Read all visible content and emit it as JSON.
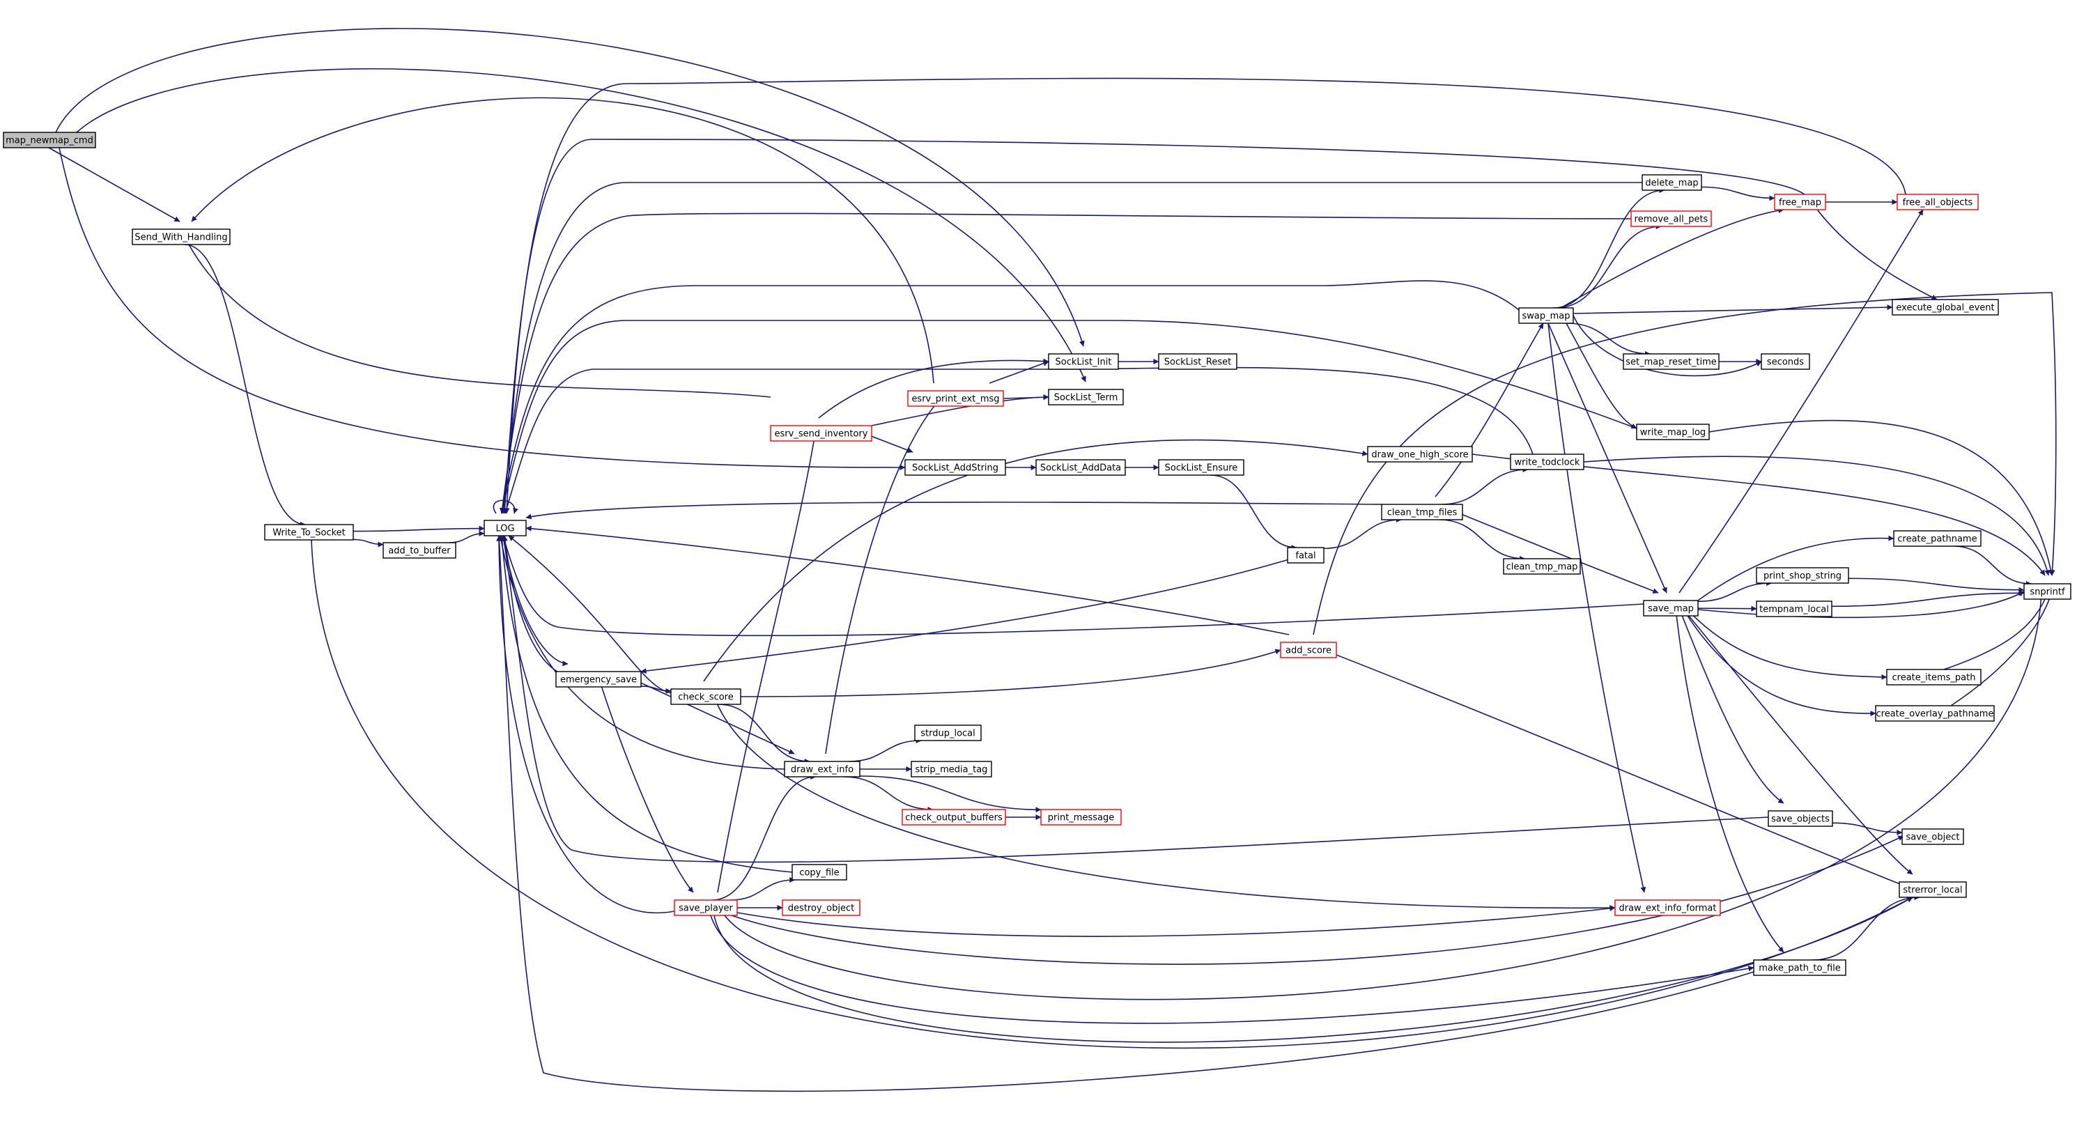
{
  "graph": {
    "title": "map_newmap_cmd call graph",
    "colors": {
      "edge": "#191970",
      "box": "#000000",
      "incomplete_box": "#ff0000",
      "root_fill": "#bfbfbf",
      "background": "#ffffff"
    },
    "nodes": [
      {
        "id": "map_newmap_cmd",
        "label": "map_newmap_cmd",
        "style": "root"
      },
      {
        "id": "Send_With_Handling",
        "label": "Send_With_Handling",
        "style": "normal"
      },
      {
        "id": "Write_To_Socket",
        "label": "Write_To_Socket",
        "style": "normal"
      },
      {
        "id": "add_to_buffer",
        "label": "add_to_buffer",
        "style": "normal"
      },
      {
        "id": "LOG",
        "label": "LOG",
        "style": "normal"
      },
      {
        "id": "emergency_save",
        "label": "emergency_save",
        "style": "normal"
      },
      {
        "id": "check_score",
        "label": "check_score",
        "style": "normal"
      },
      {
        "id": "save_player",
        "label": "save_player",
        "style": "red"
      },
      {
        "id": "esrv_send_inventory",
        "label": "esrv_send_inventory",
        "style": "red"
      },
      {
        "id": "esrv_print_ext_msg",
        "label": "esrv_print_ext_msg",
        "style": "red"
      },
      {
        "id": "draw_ext_info",
        "label": "draw_ext_info",
        "style": "normal"
      },
      {
        "id": "copy_file",
        "label": "copy_file",
        "style": "normal"
      },
      {
        "id": "destroy_object",
        "label": "destroy_object",
        "style": "red"
      },
      {
        "id": "strdup_local",
        "label": "strdup_local",
        "style": "normal"
      },
      {
        "id": "strip_media_tag",
        "label": "strip_media_tag",
        "style": "normal"
      },
      {
        "id": "check_output_buffers",
        "label": "check_output_buffers",
        "style": "red"
      },
      {
        "id": "print_message",
        "label": "print_message",
        "style": "red"
      },
      {
        "id": "SockList_Init",
        "label": "SockList_Init",
        "style": "normal"
      },
      {
        "id": "SockList_Reset",
        "label": "SockList_Reset",
        "style": "normal"
      },
      {
        "id": "SockList_Term",
        "label": "SockList_Term",
        "style": "normal"
      },
      {
        "id": "SockList_AddString",
        "label": "SockList_AddString",
        "style": "normal"
      },
      {
        "id": "SockList_AddData",
        "label": "SockList_AddData",
        "style": "normal"
      },
      {
        "id": "SockList_Ensure",
        "label": "SockList_Ensure",
        "style": "normal"
      },
      {
        "id": "fatal",
        "label": "fatal",
        "style": "normal"
      },
      {
        "id": "add_score",
        "label": "add_score",
        "style": "red"
      },
      {
        "id": "draw_one_high_score",
        "label": "draw_one_high_score",
        "style": "normal"
      },
      {
        "id": "clean_tmp_files",
        "label": "clean_tmp_files",
        "style": "normal"
      },
      {
        "id": "clean_tmp_map",
        "label": "clean_tmp_map",
        "style": "normal"
      },
      {
        "id": "write_todclock",
        "label": "write_todclock",
        "style": "normal"
      },
      {
        "id": "swap_map",
        "label": "swap_map",
        "style": "normal"
      },
      {
        "id": "delete_map",
        "label": "delete_map",
        "style": "normal"
      },
      {
        "id": "remove_all_pets",
        "label": "remove_all_pets",
        "style": "red"
      },
      {
        "id": "free_map",
        "label": "free_map",
        "style": "red"
      },
      {
        "id": "free_all_objects",
        "label": "free_all_objects",
        "style": "red"
      },
      {
        "id": "execute_global_event",
        "label": "execute_global_event",
        "style": "normal"
      },
      {
        "id": "set_map_reset_time",
        "label": "set_map_reset_time",
        "style": "normal"
      },
      {
        "id": "seconds",
        "label": "seconds",
        "style": "normal"
      },
      {
        "id": "write_map_log",
        "label": "write_map_log",
        "style": "normal"
      },
      {
        "id": "save_map",
        "label": "save_map",
        "style": "normal"
      },
      {
        "id": "create_pathname",
        "label": "create_pathname",
        "style": "normal"
      },
      {
        "id": "print_shop_string",
        "label": "print_shop_string",
        "style": "normal"
      },
      {
        "id": "tempnam_local",
        "label": "tempnam_local",
        "style": "normal"
      },
      {
        "id": "create_items_path",
        "label": "create_items_path",
        "style": "normal"
      },
      {
        "id": "create_overlay_pathname",
        "label": "create_overlay_pathname",
        "style": "normal"
      },
      {
        "id": "save_objects",
        "label": "save_objects",
        "style": "normal"
      },
      {
        "id": "save_object",
        "label": "save_object",
        "style": "normal"
      },
      {
        "id": "strerror_local",
        "label": "strerror_local",
        "style": "normal"
      },
      {
        "id": "draw_ext_info_format",
        "label": "draw_ext_info_format",
        "style": "red"
      },
      {
        "id": "make_path_to_file",
        "label": "make_path_to_file",
        "style": "normal"
      },
      {
        "id": "snprintf",
        "label": "snprintf",
        "style": "normal"
      }
    ],
    "edges": [
      [
        "map_newmap_cmd",
        "Send_With_Handling"
      ],
      [
        "map_newmap_cmd",
        "SockList_Init"
      ],
      [
        "map_newmap_cmd",
        "SockList_Term"
      ],
      [
        "map_newmap_cmd",
        "SockList_AddString"
      ],
      [
        "Send_With_Handling",
        "Write_To_Socket"
      ],
      [
        "Write_To_Socket",
        "LOG"
      ],
      [
        "Write_To_Socket",
        "add_to_buffer"
      ],
      [
        "Write_To_Socket",
        "strerror_local"
      ],
      [
        "add_to_buffer",
        "LOG"
      ],
      [
        "LOG",
        "LOG"
      ],
      [
        "LOG",
        "emergency_save"
      ],
      [
        "emergency_save",
        "LOG"
      ],
      [
        "emergency_save",
        "check_score"
      ],
      [
        "emergency_save",
        "draw_ext_info"
      ],
      [
        "emergency_save",
        "save_player"
      ],
      [
        "check_score",
        "LOG"
      ],
      [
        "check_score",
        "add_score"
      ],
      [
        "check_score",
        "draw_ext_info"
      ],
      [
        "check_score",
        "draw_one_high_score"
      ],
      [
        "check_score",
        "draw_ext_info_format"
      ],
      [
        "save_player",
        "LOG"
      ],
      [
        "save_player",
        "esrv_send_inventory"
      ],
      [
        "save_player",
        "draw_ext_info"
      ],
      [
        "save_player",
        "copy_file"
      ],
      [
        "save_player",
        "destroy_object"
      ],
      [
        "save_player",
        "draw_ext_info_format"
      ],
      [
        "save_player",
        "make_path_to_file"
      ],
      [
        "save_player",
        "save_object"
      ],
      [
        "save_player",
        "strerror_local"
      ],
      [
        "save_player",
        "snprintf"
      ],
      [
        "copy_file",
        "LOG"
      ],
      [
        "draw_ext_info",
        "LOG"
      ],
      [
        "draw_ext_info",
        "esrv_print_ext_msg"
      ],
      [
        "draw_ext_info",
        "strdup_local"
      ],
      [
        "draw_ext_info",
        "strip_media_tag"
      ],
      [
        "draw_ext_info",
        "check_output_buffers"
      ],
      [
        "draw_ext_info",
        "print_message"
      ],
      [
        "check_output_buffers",
        "print_message"
      ],
      [
        "esrv_print_ext_msg",
        "Send_With_Handling"
      ],
      [
        "esrv_print_ext_msg",
        "SockList_Init"
      ],
      [
        "esrv_print_ext_msg",
        "SockList_Term"
      ],
      [
        "esrv_send_inventory",
        "Send_With_Handling"
      ],
      [
        "esrv_send_inventory",
        "SockList_Init"
      ],
      [
        "esrv_send_inventory",
        "SockList_Term"
      ],
      [
        "esrv_send_inventory",
        "SockList_AddString"
      ],
      [
        "SockList_Init",
        "SockList_Reset"
      ],
      [
        "SockList_AddString",
        "SockList_AddData"
      ],
      [
        "SockList_AddData",
        "SockList_Ensure"
      ],
      [
        "SockList_Ensure",
        "fatal"
      ],
      [
        "fatal",
        "emergency_save"
      ],
      [
        "fatal",
        "clean_tmp_files"
      ],
      [
        "add_score",
        "LOG"
      ],
      [
        "add_score",
        "strerror_local"
      ],
      [
        "add_score",
        "snprintf"
      ],
      [
        "clean_tmp_files",
        "LOG"
      ],
      [
        "clean_tmp_files",
        "swap_map"
      ],
      [
        "clean_tmp_files",
        "write_todclock"
      ],
      [
        "clean_tmp_files",
        "clean_tmp_map"
      ],
      [
        "clean_tmp_files",
        "save_map"
      ],
      [
        "write_todclock",
        "LOG"
      ],
      [
        "write_todclock",
        "snprintf"
      ],
      [
        "draw_one_high_score",
        "snprintf"
      ],
      [
        "swap_map",
        "LOG"
      ],
      [
        "swap_map",
        "delete_map"
      ],
      [
        "swap_map",
        "remove_all_pets"
      ],
      [
        "swap_map",
        "free_map"
      ],
      [
        "swap_map",
        "execute_global_event"
      ],
      [
        "swap_map",
        "set_map_reset_time"
      ],
      [
        "swap_map",
        "seconds"
      ],
      [
        "swap_map",
        "write_map_log"
      ],
      [
        "swap_map",
        "save_map"
      ],
      [
        "swap_map",
        "draw_ext_info_format"
      ],
      [
        "delete_map",
        "LOG"
      ],
      [
        "delete_map",
        "free_map"
      ],
      [
        "remove_all_pets",
        "LOG"
      ],
      [
        "free_map",
        "LOG"
      ],
      [
        "free_map",
        "free_all_objects"
      ],
      [
        "free_map",
        "execute_global_event"
      ],
      [
        "free_all_objects",
        "LOG"
      ],
      [
        "set_map_reset_time",
        "seconds"
      ],
      [
        "write_map_log",
        "LOG"
      ],
      [
        "write_map_log",
        "snprintf"
      ],
      [
        "save_map",
        "LOG"
      ],
      [
        "save_map",
        "free_all_objects"
      ],
      [
        "save_map",
        "create_pathname"
      ],
      [
        "save_map",
        "print_shop_string"
      ],
      [
        "save_map",
        "tempnam_local"
      ],
      [
        "save_map",
        "create_items_path"
      ],
      [
        "save_map",
        "create_overlay_pathname"
      ],
      [
        "save_map",
        "save_objects"
      ],
      [
        "save_map",
        "strerror_local"
      ],
      [
        "save_map",
        "make_path_to_file"
      ],
      [
        "save_map",
        "snprintf"
      ],
      [
        "create_pathname",
        "snprintf"
      ],
      [
        "print_shop_string",
        "snprintf"
      ],
      [
        "tempnam_local",
        "snprintf"
      ],
      [
        "create_items_path",
        "snprintf"
      ],
      [
        "create_overlay_pathname",
        "snprintf"
      ],
      [
        "save_objects",
        "LOG"
      ],
      [
        "save_objects",
        "save_object"
      ],
      [
        "make_path_to_file",
        "LOG"
      ],
      [
        "make_path_to_file",
        "strerror_local"
      ]
    ]
  }
}
